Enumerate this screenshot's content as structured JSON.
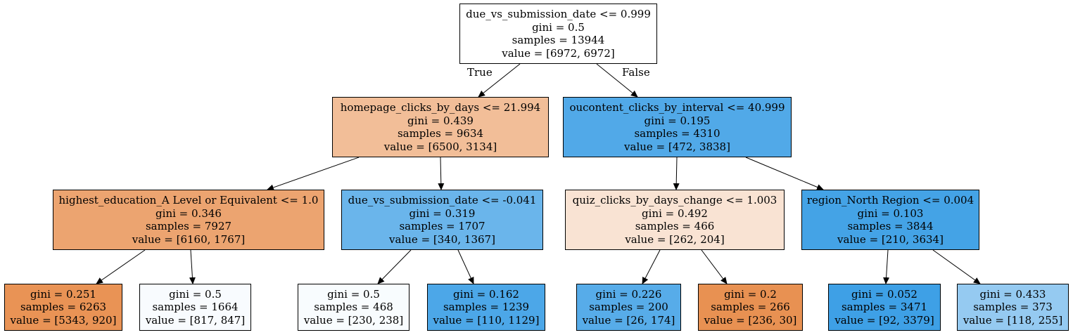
{
  "tree": {
    "edge_labels": {
      "true_label": "True",
      "false_label": "False"
    },
    "nodes": {
      "root": {
        "split": "due_vs_submission_date <= 0.999",
        "gini": "gini = 0.5",
        "samples": "samples = 13944",
        "value": "value = [6972, 6972]",
        "fill": "#ffffff"
      },
      "n1": {
        "split": "homepage_clicks_by_days <= 21.994",
        "gini": "gini = 0.439",
        "samples": "samples = 9634",
        "value": "value = [6500, 3134]",
        "fill": "#f2be98"
      },
      "n2": {
        "split": "oucontent_clicks_by_interval <= 40.999",
        "gini": "gini = 0.195",
        "samples": "samples = 4310",
        "value": "value = [472, 3838]",
        "fill": "#51a9e8"
      },
      "n3": {
        "split": "highest_education_A Level or Equivalent <= 1.0",
        "gini": "gini = 0.346",
        "samples": "samples = 7927",
        "value": "value = [6160, 1767]",
        "fill": "#eca470"
      },
      "n4": {
        "split": "due_vs_submission_date <= -0.041",
        "gini": "gini = 0.319",
        "samples": "samples = 1707",
        "value": "value = [340, 1367]",
        "fill": "#6ab5eb"
      },
      "n5": {
        "split": "quiz_clicks_by_days_change <= 1.003",
        "gini": "gini = 0.492",
        "samples": "samples = 466",
        "value": "value = [262, 204]",
        "fill": "#f9e3d3"
      },
      "n6": {
        "split": "region_North Region <= 0.004",
        "gini": "gini = 0.103",
        "samples": "samples = 3844",
        "value": "value = [210, 3634]",
        "fill": "#44a3e6"
      },
      "l1": {
        "gini": "gini = 0.251",
        "samples": "samples = 6263",
        "value": "value = [5343, 920]",
        "fill": "#e99355"
      },
      "l2": {
        "gini": "gini = 0.5",
        "samples": "samples = 1664",
        "value": "value = [817, 847]",
        "fill": "#f8fbfe"
      },
      "l3": {
        "gini": "gini = 0.5",
        "samples": "samples = 468",
        "value": "value = [230, 238]",
        "fill": "#f8fcfe"
      },
      "l4": {
        "gini": "gini = 0.162",
        "samples": "samples = 1239",
        "value": "value = [110, 1129]",
        "fill": "#4ca7e8"
      },
      "l5": {
        "gini": "gini = 0.226",
        "samples": "samples = 200",
        "value": "value = [26, 174]",
        "fill": "#57ace9"
      },
      "l6": {
        "gini": "gini = 0.2",
        "samples": "samples = 266",
        "value": "value = [236, 30]",
        "fill": "#e89152"
      },
      "l7": {
        "gini": "gini = 0.052",
        "samples": "samples = 3471",
        "value": "value = [92, 3379]",
        "fill": "#3ea0e6"
      },
      "l8": {
        "gini": "gini = 0.433",
        "samples": "samples = 373",
        "value": "value = [118, 255]",
        "fill": "#95caf1"
      }
    }
  }
}
